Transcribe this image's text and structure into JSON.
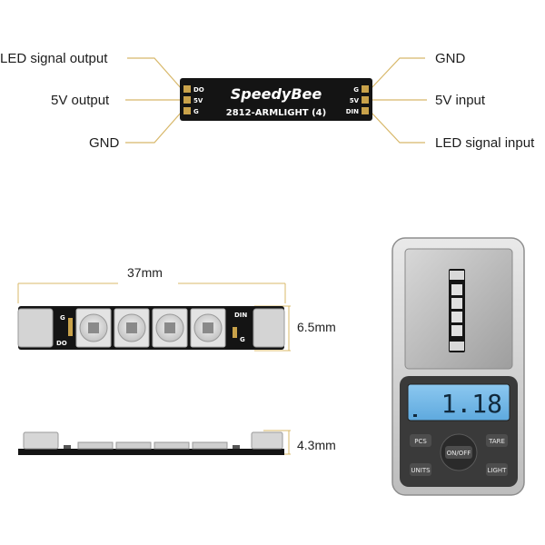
{
  "top_board": {
    "brand": "SpeedyBee",
    "model": "2812-ARMLIGHT (4)",
    "left_pins": [
      "DO",
      "5V",
      "G"
    ],
    "right_pins": [
      "G",
      "5V",
      "DIN"
    ]
  },
  "callouts": {
    "left": [
      "LED signal output",
      "5V output",
      "GND"
    ],
    "right": [
      "GND",
      "5V input",
      "LED signal input"
    ]
  },
  "dimensions": {
    "length": "37mm",
    "width": "6.5mm",
    "height": "4.3mm"
  },
  "strip_top": {
    "left_labels": [
      "G",
      "DO"
    ],
    "right_labels": [
      "DIN",
      "G"
    ]
  },
  "scale": {
    "reading": "1.18",
    "buttons": [
      "PCS",
      "ON/OFF",
      "TARE",
      "UNITS",
      "LIGHT"
    ]
  },
  "colors": {
    "pcb": "#141414",
    "pad": "#c9a24a",
    "callout_line": "#d8b86a",
    "lcd": "#6fb7e8"
  }
}
